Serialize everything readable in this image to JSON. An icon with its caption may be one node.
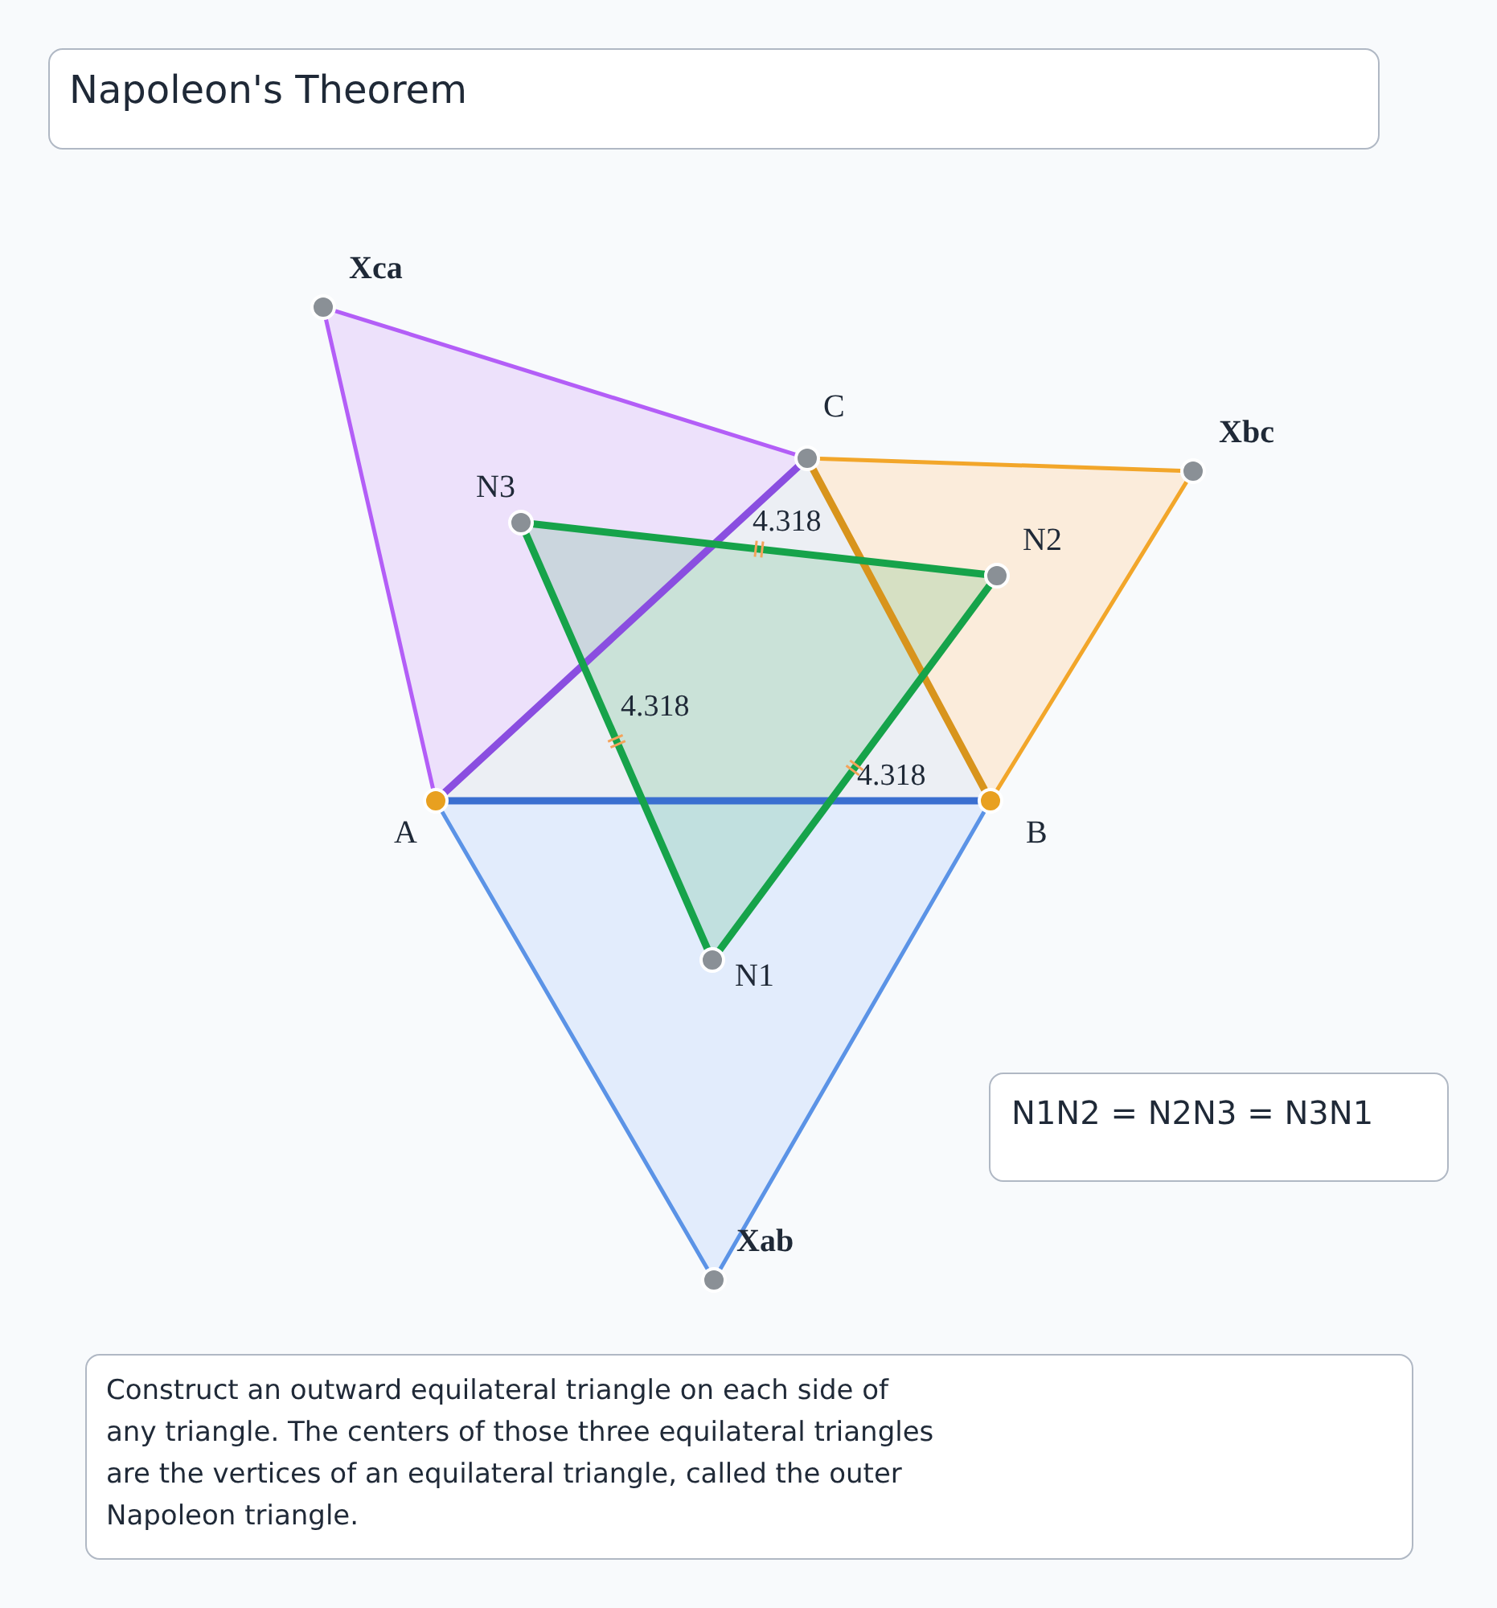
{
  "diagram": {
    "title": "Napoleon's Theorem",
    "caption": "Construct an outward equilateral triangle on each side of any triangle. The centers of those three equilateral triangles are the vertices of an equilateral triangle, called the outer Napoleon triangle.",
    "nodes": [
      {
        "text": [
          "Xca"
        ]
      },
      {
        "text": [
          "C"
        ]
      },
      {
        "text": [
          "Xbc"
        ]
      },
      {
        "text": [
          "N3"
        ]
      },
      {
        "text": [
          "N2"
        ]
      },
      {
        "text": [
          "A"
        ]
      },
      {
        "text": [
          "B"
        ]
      },
      {
        "text": [
          "N1"
        ]
      },
      {
        "text": [
          "Xab"
        ]
      }
    ],
    "edges": [
      {
        "from": 5,
        "to": 6,
        "arrow": "none",
        "style": "thick",
        "color": "#3a6fd0"
      },
      {
        "from": 6,
        "to": 1,
        "arrow": "none",
        "style": "thick",
        "color": "#d8941c"
      },
      {
        "from": 1,
        "to": 5,
        "arrow": "none",
        "style": "thick",
        "color": "#8a4ee0"
      },
      {
        "from": 5,
        "to": 8,
        "arrow": "none",
        "color": "#5b93e6"
      },
      {
        "from": 6,
        "to": 8,
        "arrow": "none",
        "color": "#5b93e6"
      },
      {
        "from": 6,
        "to": 2,
        "arrow": "none",
        "color": "#f2a62a"
      },
      {
        "from": 1,
        "to": 2,
        "arrow": "none",
        "color": "#f2a62a"
      },
      {
        "from": 1,
        "to": 0,
        "arrow": "none",
        "color": "#b35ef7"
      },
      {
        "from": 5,
        "to": 0,
        "arrow": "none",
        "color": "#b35ef7"
      },
      {
        "from": 3,
        "to": 4,
        "arrow": "none",
        "label": "4.318",
        "style": "thick",
        "color": "#16a34a"
      },
      {
        "from": 4,
        "to": 7,
        "arrow": "none",
        "label": "4.318",
        "style": "thick",
        "color": "#16a34a"
      },
      {
        "from": 7,
        "to": 3,
        "arrow": "none",
        "label": "4.318",
        "style": "thick",
        "color": "#16a34a"
      }
    ],
    "labels": [
      "N1N2 = N2N3 = N3N1"
    ]
  }
}
